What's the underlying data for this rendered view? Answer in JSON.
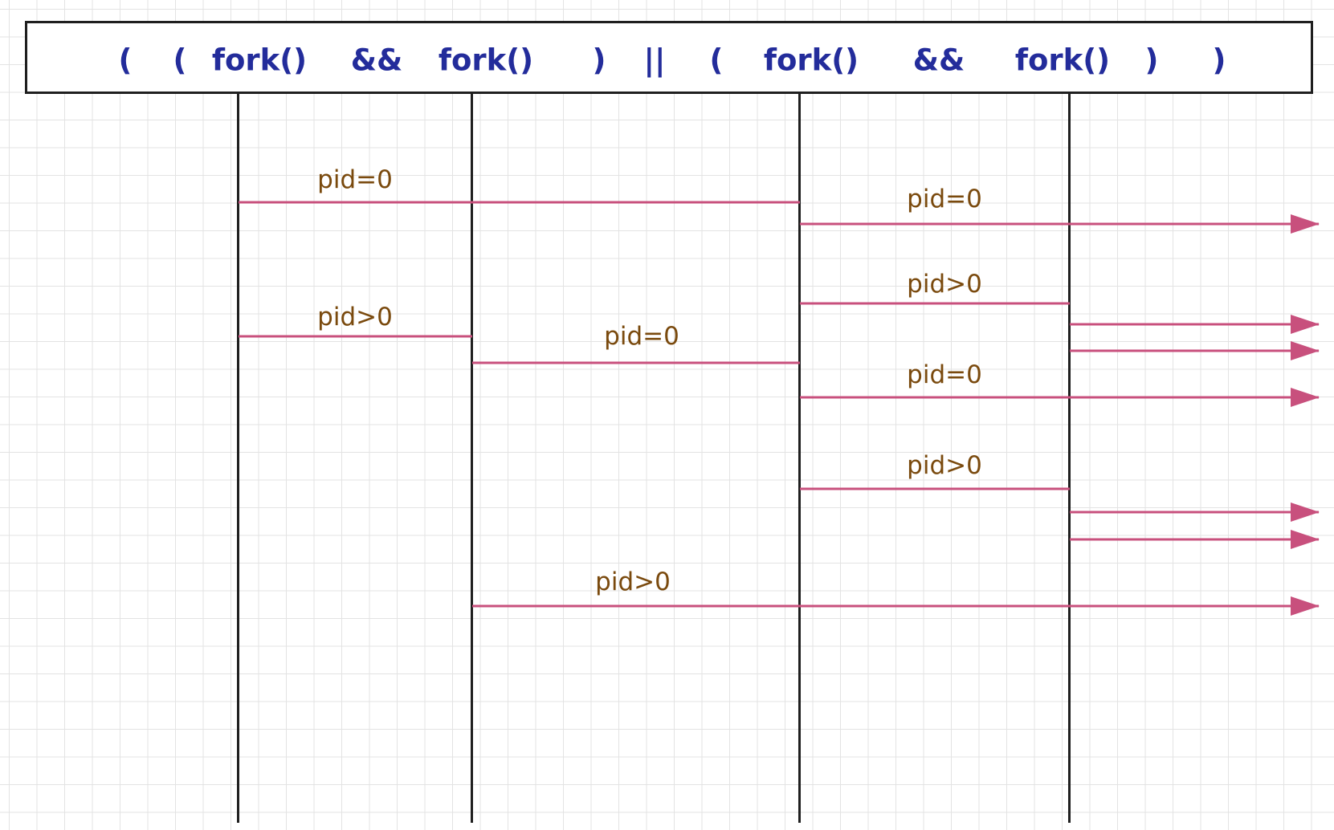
{
  "expression": {
    "tokens": [
      "(",
      "(",
      "fork()",
      "&&",
      "fork()",
      ")",
      "||",
      "(",
      "fork()",
      "&&",
      "fork()",
      ")",
      ")"
    ]
  },
  "colors": {
    "expression_text": "#232c9b",
    "lifeline": "#1f1f1f",
    "branch_line": "#c8507d",
    "label_text": "#7a4a0e",
    "grid": "#e3e3e3"
  },
  "branches": [
    {
      "label": "pid=0",
      "from": "fork-1",
      "to": "fork-3",
      "arrow": false
    },
    {
      "label": "pid=0",
      "from": "fork-3",
      "to": "end",
      "arrow": true
    },
    {
      "label": "pid>0",
      "from": "fork-3",
      "to": "fork-4",
      "arrow": false
    },
    {
      "label": "",
      "from": "fork-4",
      "to": "end",
      "arrow": true
    },
    {
      "label": "",
      "from": "fork-4",
      "to": "end",
      "arrow": true
    },
    {
      "label": "pid>0",
      "from": "fork-1",
      "to": "fork-2",
      "arrow": false
    },
    {
      "label": "pid=0",
      "from": "fork-2",
      "to": "fork-3",
      "arrow": false
    },
    {
      "label": "pid=0",
      "from": "fork-3",
      "to": "end",
      "arrow": true
    },
    {
      "label": "pid>0",
      "from": "fork-3",
      "to": "fork-4",
      "arrow": false
    },
    {
      "label": "",
      "from": "fork-4",
      "to": "end",
      "arrow": true
    },
    {
      "label": "",
      "from": "fork-4",
      "to": "end",
      "arrow": true
    },
    {
      "label": "pid>0",
      "from": "fork-2",
      "to": "end",
      "arrow": true
    }
  ]
}
